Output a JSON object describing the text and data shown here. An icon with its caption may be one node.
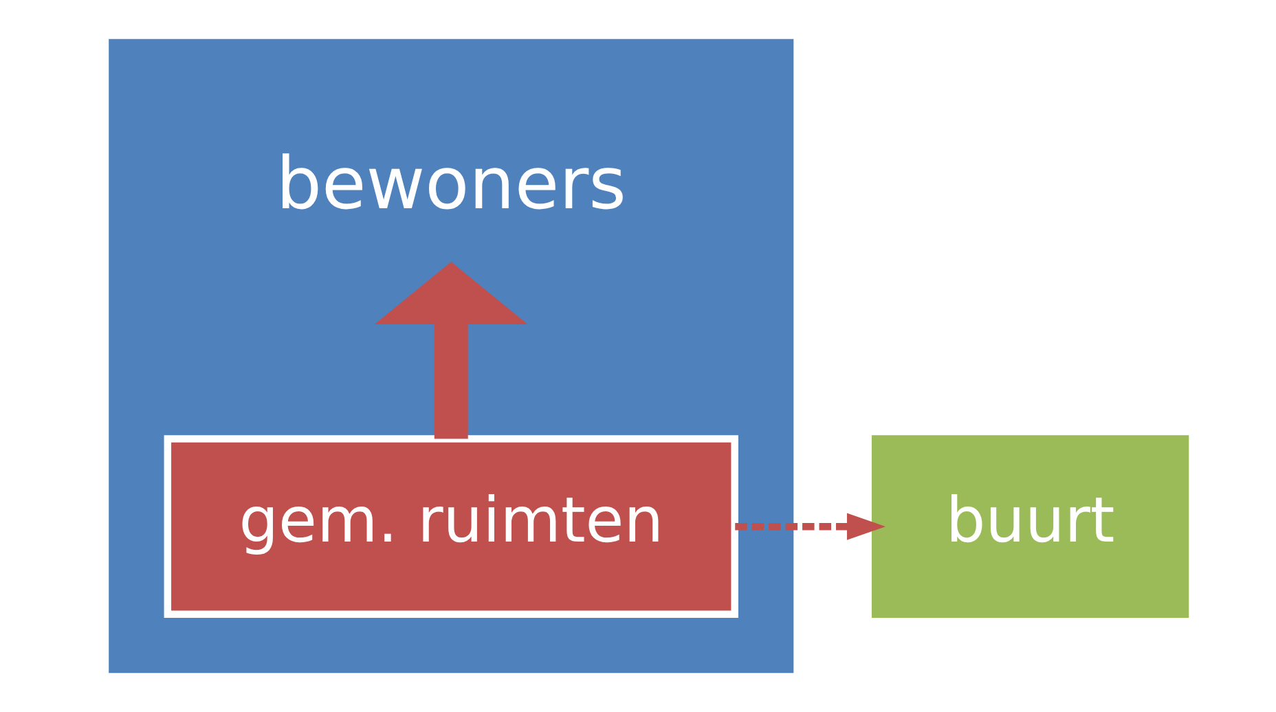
{
  "diagram": {
    "nodes": [
      {
        "text": [
          "bewoners"
        ]
      },
      {
        "text": [
          "gem. ruimten"
        ],
        "in": 0
      },
      {
        "text": [
          "buurt"
        ]
      }
    ],
    "edges": [
      {
        "from": 1,
        "to": 0,
        "arrow": "to",
        "style": "thick"
      },
      {
        "from": 1,
        "to": 2,
        "arrow": "to",
        "style": "dashed"
      }
    ]
  }
}
